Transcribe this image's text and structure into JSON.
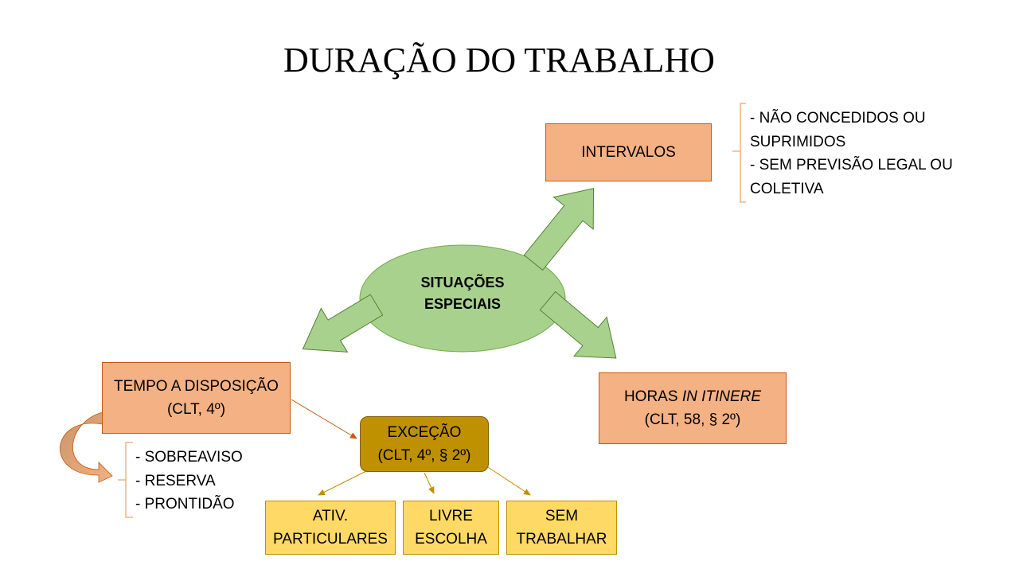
{
  "title": "DURAÇÃO DO TRABALHO",
  "center": {
    "line1": "SITUAÇÕES",
    "line2": "ESPECIAIS"
  },
  "intervalos": {
    "label": "INTERVALOS",
    "notes": [
      "- NÃO CONCEDIDOS OU",
      "SUPRIMIDOS",
      "- SEM PREVISÃO LEGAL OU",
      "COLETIVA"
    ]
  },
  "tempo": {
    "line1": "TEMPO A DISPOSIÇÃO",
    "line2": "(CLT, 4º)",
    "notes": [
      "- SOBREAVISO",
      "- RESERVA",
      "- PRONTIDÃO"
    ]
  },
  "horas": {
    "prefix": "HORAS ",
    "italic": "IN ITINERE",
    "line2": "(CLT, 58, § 2º)"
  },
  "excecao": {
    "line1": "EXCEÇÃO",
    "line2": "(CLT, 4º, § 2º)"
  },
  "leaves": [
    {
      "line1": "ATIV.",
      "line2": "PARTICULARES"
    },
    {
      "line1": "LIVRE",
      "line2": "ESCOLHA"
    },
    {
      "line1": "SEM",
      "line2": "TRABALHAR"
    }
  ],
  "colors": {
    "ellipse": "#a9d18e",
    "arrow": "#a9d18e",
    "salmon_box": "#f4b183",
    "gold_box": "#bf9000",
    "yellow_box": "#ffd966",
    "connector": "#c55a11"
  }
}
